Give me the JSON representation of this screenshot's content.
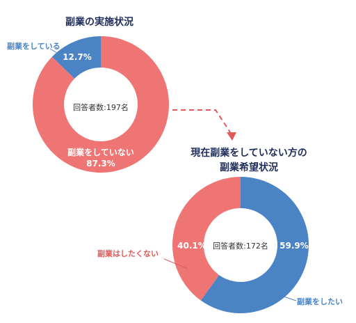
{
  "colors": {
    "blue": "#4a84c4",
    "red": "#ef7575",
    "title": "#1f2d5a",
    "arrow": "#e05a5a"
  },
  "chart_data": [
    {
      "type": "pie",
      "style": "donut",
      "title": "副業の実施状況",
      "center_label": "回答者数:197名",
      "slices": [
        {
          "label": "副業をしている",
          "value": 12.7,
          "value_label": "12.7%",
          "color": "#4a84c4"
        },
        {
          "label": "副業をしていない",
          "value": 87.3,
          "value_label": "87.3%",
          "color": "#ef7575"
        }
      ]
    },
    {
      "type": "pie",
      "style": "donut",
      "title_lines": [
        "現在副業をしていない方の",
        "副業希望状況"
      ],
      "center_label": "回答者数:172名",
      "slices": [
        {
          "label": "副業をしたい",
          "value": 59.9,
          "value_label": "59.9%",
          "color": "#4a84c4"
        },
        {
          "label": "副業はしたくない",
          "value": 40.1,
          "value_label": "40.1%",
          "color": "#ef7575"
        }
      ]
    }
  ]
}
